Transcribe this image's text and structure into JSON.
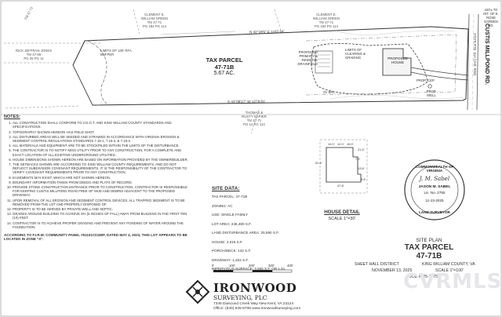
{
  "parcel": {
    "title": "TAX PARCEL",
    "number": "47-71B",
    "acreage": "5.67 AC.",
    "bearing_north": "N 42°19'5\" E 1162.64'",
    "bearing_south": "S 43°08'27\" W 1279.91'",
    "road_name": "CUSTIS MILLPOND RD.",
    "road_sub": "STATE RTE. 614 (VAR. R/W)",
    "to_intersection": "420'± TO INT. OF E. ROSE GARDEN RD.",
    "bldg_setback": "25' BRL",
    "rfa_buffer": "LIMITS OF 100' RFA BUFFER"
  },
  "adjoiners": {
    "north": [
      "CLEMENT E.",
      "WILLIAM GREEN",
      "TM 47-71",
      "PG 184 PG 114"
    ],
    "south": [
      "THOMAS &",
      "RUSTY NAPIER",
      "TM 47-71",
      "PG 14 PG 114"
    ],
    "west": [
      "RICK JEFFRAN JONES",
      "TM 47-69",
      "PG 25 PG 11"
    ],
    "west_tm": "TM 47-72"
  },
  "plan_labels": {
    "septic": [
      "PROPOSED",
      "PRIMARY &",
      "RESERVE",
      "DRAINFIELD"
    ],
    "limits_clearing": [
      "LIMITS OF",
      "CLEARING &",
      "GRADING"
    ],
    "house": [
      "PROPOSED",
      "HOUSE"
    ],
    "cep": "PROP. CEP",
    "well": [
      "PROP.",
      "WELL"
    ]
  },
  "notes": {
    "title": "NOTES:",
    "items": [
      "ALL CONSTRUCTION SHALL CONFORM TO V.D.O.T. AND KING WILLIAM COUNTY STANDARDS AND SPECIFICATIONS.",
      "TOPOGRAPHY SHOWN HEREON HAS FIELD SHOT.",
      "ALL DISTURBED AREAS WILL BE SEEDED AND STRAWED IN ACCORDANCE WITH VIRGINIA EROSION & SEDIMENT CONTROL REGULATIONS STANDARDS 7.15-1, 7.15-2, & 7.15-3.",
      "ALL MATERIALS AND EQUIPMENT ARE TO BE STOCKPILED WITHIN THE LIMITS OF THE DISTURBANCE.",
      "THE CONTRACTOR IS TO NOTIFY MISS UTILITY PRIOR TO ANY CONSTRUCTION, FOR A COMPLETE AND EXACT LOCATION OF ALL EXISTING UNDERGROUND UTILITIES.",
      "HOUSE DIMENSIONS SHOWN HEREON ARE BASED ON INFORMATION PROVIDED BY THE OWNER/BUILDER.",
      "THE SETBACKS SHOWN ARE ACCORDING TO KING WILLIAM COUNTY REQUIREMENTS, AND DO NOT REFLECT SUBDIVISION COVENANT REQUIREMENTS. IT IS THE RESPONSIBILITY OF THE CONTRACTOR TO VERIFY COVENANT REQUIREMENTS PRIOR TO ANY CONSTRUCTION.",
      "EASEMENTS MAY EXIST, WHICH ARE NOT SHOWN HEREON.",
      "BOUNDARY INFORMATION TAKEN FROM DEEDS AND PLATS OF RECORD.",
      "PROVIDE STONE CONSTRUCTION ENTRANCE PRIOR TO CONSTRUCTION. CONTRACTOR IS RESPONSIBLE FOR KEEPING CUSTIS MILLPOND ROAD FREE OF MUD AND DEBRIS ADJACENT TO THE PROPOSED DRIVEWAY.",
      "UPON REMOVAL OF ALL EROSION AND SEDIMENT CONTROL DEVICES, ALL TRAPPED SEDIMENT IS TO BE REMOVED FROM THE LOT AND PROPERLY DISPOSED OF.",
      "PROPERTY IS TO BE SERVED BY PRIVATE WELL AND SEPTIC.",
      "GRADES AROUND BUILDING TO ACHIEVE 5% (6 INCHES OF FALL) AWAY FROM BUILDING IN THE FIRST TEN (10) FEET.",
      "CONTRACTOR IS TO ACHIEVE PROPER GRADING AND PREVENT ANY PONDING OF WATER AROUND THE FOUNDATION."
    ],
    "fema": "ACCORDING TO F.I.R.M. COMMUNITY PANEL #51101C0180F, DATED MAY 4, 2023, THIS LOT APPEARS TO BE LOCATED IN ZONE \"X\"."
  },
  "site_data": {
    "title": "SITE DATA:",
    "rows": [
      "TAX PARCEL: 47-71B",
      "ZONING: AC",
      "USE: SINGLE FAMILY",
      "LOT AREA: 246,480 S.F.",
      "LAND DISTURBANCE AREA: 25,590 S.F.",
      "HOUSE: 2,015 S.F.",
      "PORCH/DECK: 132 S.F.",
      "DRIVEWAY: 1,402 S.F.",
      "IMPERVIOUS SURFACE: 3,565 S.F. OR 1.51"
    ]
  },
  "house_detail": {
    "title": "HOUSE DETAIL",
    "scale": "SCALE 1\"=30'",
    "dims": [
      "14.0'",
      "12.0'",
      "16.0'",
      "21.6'",
      "13.8'",
      "47.8'",
      "51.6'",
      "5.6'",
      "7.2'"
    ]
  },
  "seal": {
    "ring_top": "COMMONWEALTH OF VIRGINIA",
    "ring_bottom": "LAND SURVEYOR",
    "signature": "J. M. Sabel",
    "name": "JASON M. SABEL",
    "license": "Lic. No. 2755",
    "date": "11-13-2025"
  },
  "plan_title": {
    "line1": "SITE PLAN",
    "line2": "TAX PARCEL",
    "line3": "47-71B",
    "district": "SHEET HALL DISTRICT",
    "county": "KING WILLIAM COUNTY, VA",
    "date": "NOVEMBER 13, 2025",
    "scale": "SCALE 1\"=100'",
    "job": "JOB #: 25-1175"
  },
  "scale_bar": [
    "0'",
    "100'",
    "200'",
    "300'",
    "400'"
  ],
  "firm": {
    "name": "IRONWOOD",
    "subtitle": "SURVEYING, PLC",
    "address": "7349 Diascund Creek Way    New Kent, VA 23124",
    "contact": "Office: (540) 645-5708    www.ironwoodsurveying.com"
  },
  "watermark": "CVRMLS"
}
